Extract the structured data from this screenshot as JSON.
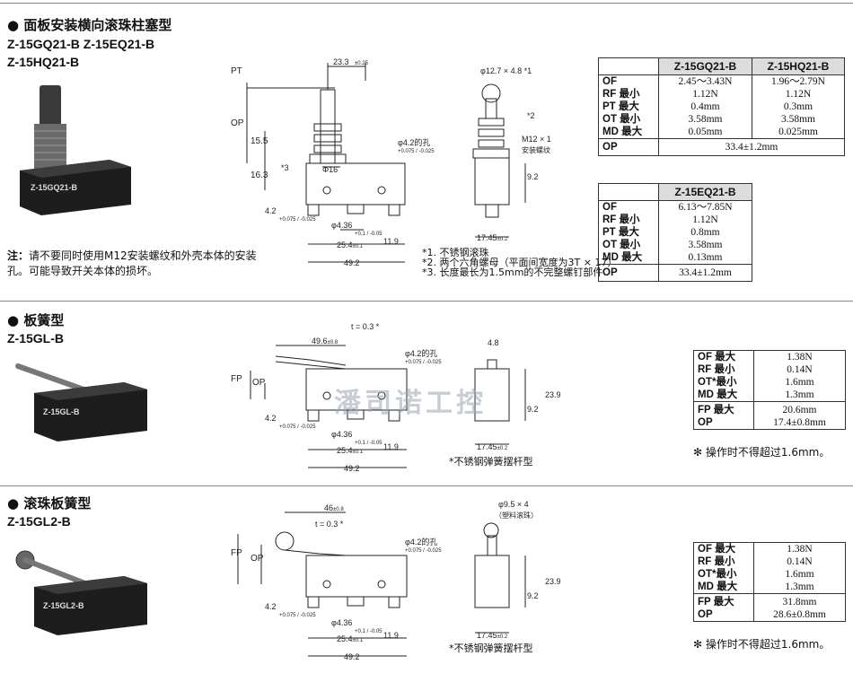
{
  "watermark": {
    "text": "潘司诺工控",
    "color": "#9aa6b4"
  },
  "sections": [
    {
      "title": "面板安装横向滚珠柱塞型",
      "models": [
        "Z-15GQ21-B  Z-15EQ21-B",
        "Z-15HQ21-B"
      ],
      "note": {
        "label": "注：",
        "text": "请不要同时使用M12安装螺纹和外壳本体的安装孔。可能导致开关本体的损坏。"
      },
      "dims": {
        "pt": "PT",
        "op": "OP",
        "w233": "23.3",
        "w233_tol": "±0.25",
        "h155": "15.5",
        "h163": "16.3",
        "star3": "*3",
        "d16": "Φ16",
        "hole": "φ4.2",
        "hole_tol": "+0.075 / -0.025",
        "hole_text": "的孔",
        "h42": "4.2",
        "h42_tol": "+0.075 / -0.025",
        "w436": "φ4.36",
        "w436_tol": "+0.1 / -0.05",
        "w254": "25.4",
        "w254_tol": "±0.1",
        "w119": "11.9",
        "w492": "49.2",
        "roller": "φ12.7 × 4.8 *1",
        "star2": "*2",
        "m12": "M12 × 1",
        "m12_text": "安装螺纹",
        "h92": "9.2",
        "w1745": "17.45",
        "w1745_tol": "±0.2"
      },
      "footnotes": [
        "*1. 不锈钢滚珠",
        "*2. 两个六角螺母（平面间宽度为3T × 17）",
        "*3. 长度最长为1.5mm的不完整螺钉部件"
      ],
      "tables": [
        {
          "headers": [
            "Z-15GQ21-B",
            "Z-15HQ21-B"
          ],
          "labels": [
            "OF",
            "RF  最小",
            "PT  最大",
            "OT  最小",
            "MD  最大"
          ],
          "col1": [
            "2.45～3.43N",
            "1.12N",
            "0.4mm",
            "3.58mm",
            "0.05mm"
          ],
          "col2": [
            "1.96～2.79N",
            "1.12N",
            "0.3mm",
            "3.58mm",
            "0.025mm"
          ],
          "op_label": "OP",
          "op_value": "33.4±1.2mm"
        },
        {
          "headers": [
            "Z-15EQ21-B"
          ],
          "labels": [
            "OF",
            "RF  最小",
            "PT  最大",
            "OT  最小",
            "MD  最大"
          ],
          "col1": [
            "6.13～7.85N",
            "1.12N",
            "0.8mm",
            "3.58mm",
            "0.13mm"
          ],
          "op_label": "OP",
          "op_value": "33.4±1.2mm"
        }
      ]
    },
    {
      "title": "板簧型",
      "models": [
        "Z-15GL-B"
      ],
      "dims": {
        "t03": "t = 0.3 *",
        "w496": "49.6",
        "w496_tol": "±0.8",
        "hole": "φ4.2",
        "hole_tol": "+0.075 / -0.025",
        "hole_text": "的孔",
        "w48": "4.8",
        "fp": "FP",
        "op": "OP",
        "h42": "4.2",
        "h42_tol": "+0.075 / -0.025",
        "w436": "φ4.36",
        "w436_tol": "+0.1 / -0.05",
        "w254": "25.4",
        "w254_tol": "±0.1",
        "w119": "11.9",
        "w492": "49.2",
        "h239": "23.9",
        "h92": "9.2",
        "w1745": "17.45",
        "w1745_tol": "±0.2"
      },
      "footnotes": [
        "*不锈钢弹簧摆杆型"
      ],
      "table": {
        "labels": [
          "OF  最大",
          "RF  最小",
          "OT*最小",
          "MD  最大"
        ],
        "values": [
          "1.38N",
          "0.14N",
          "1.6mm",
          "1.3mm"
        ],
        "labels2": [
          "FP  最大",
          "OP"
        ],
        "values2": [
          "20.6mm",
          "17.4±0.8mm"
        ]
      },
      "remark": "✻ 操作时不得超过1.6mm。"
    },
    {
      "title": "滚珠板簧型",
      "models": [
        "Z-15GL2-B"
      ],
      "dims": {
        "w46": "46",
        "w46_tol": "±0.8",
        "t03": "t = 0.3 *",
        "roller": "φ9.5 × 4",
        "roller_text": "（塑料滚珠）",
        "hole": "φ4.2",
        "hole_tol": "+0.075 / -0.025",
        "hole_text": "的孔",
        "fp": "FP",
        "op": "OP",
        "h42": "4.2",
        "h42_tol": "+0.075 / -0.025",
        "w436": "φ4.36",
        "w436_tol": "+0.1 / -0.05",
        "w254": "25.4",
        "w254_tol": "±0.1",
        "w119": "11.9",
        "w492": "49.2",
        "h239": "23.9",
        "h92": "9.2",
        "w1745": "17.45",
        "w1745_tol": "±0.2"
      },
      "footnotes": [
        "*不锈钢弹簧摆杆型"
      ],
      "table": {
        "labels": [
          "OF  最大",
          "RF  最小",
          "OT*最小",
          "MD  最大"
        ],
        "values": [
          "1.38N",
          "0.14N",
          "1.6mm",
          "1.3mm"
        ],
        "labels2": [
          "FP  最大",
          "OP"
        ],
        "values2": [
          "31.8mm",
          "28.6±0.8mm"
        ]
      },
      "remark": "✻ 操作时不得超过1.6mm。"
    }
  ]
}
